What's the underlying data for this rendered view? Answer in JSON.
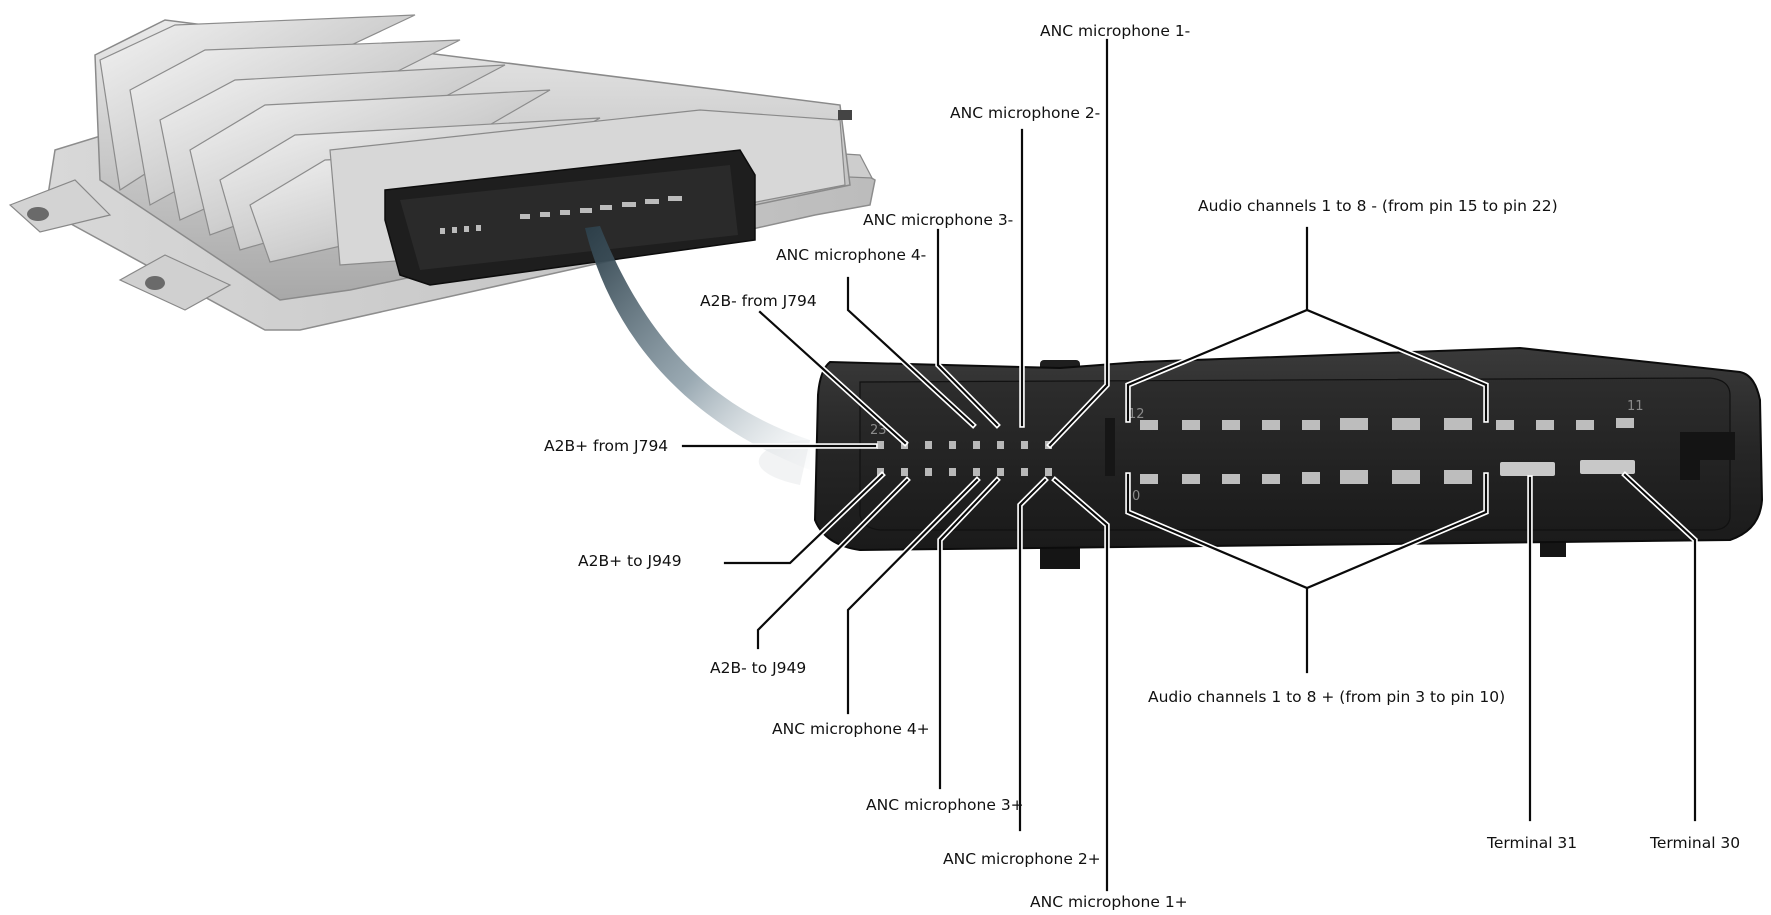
{
  "diagram": {
    "labels": {
      "anc_mic_1_neg": "ANC microphone 1-",
      "anc_mic_2_neg": "ANC microphone 2-",
      "anc_mic_3_neg": "ANC microphone 3-",
      "anc_mic_4_neg": "ANC microphone 4-",
      "a2b_neg_from_j794": "A2B- from J794",
      "a2b_pos_from_j794": "A2B+ from J794",
      "a2b_pos_to_j949": "A2B+ to J949",
      "a2b_neg_to_j949": "A2B- to J949",
      "anc_mic_4_pos": "ANC microphone 4+",
      "anc_mic_3_pos": "ANC microphone 3+",
      "anc_mic_2_pos": "ANC microphone 2+",
      "anc_mic_1_pos": "ANC microphone 1+",
      "audio_channels_neg": "Audio channels 1 to 8 - (from pin 15 to pin 22)",
      "audio_channels_pos": "Audio channels 1 to 8 + (from pin 3 to pin 10)",
      "terminal_31": "Terminal 31",
      "terminal_30": "Terminal 30"
    },
    "pin_marks": {
      "pin_12": "12",
      "pin_11": "11",
      "pin_0": "0",
      "pin_end": "23"
    }
  }
}
